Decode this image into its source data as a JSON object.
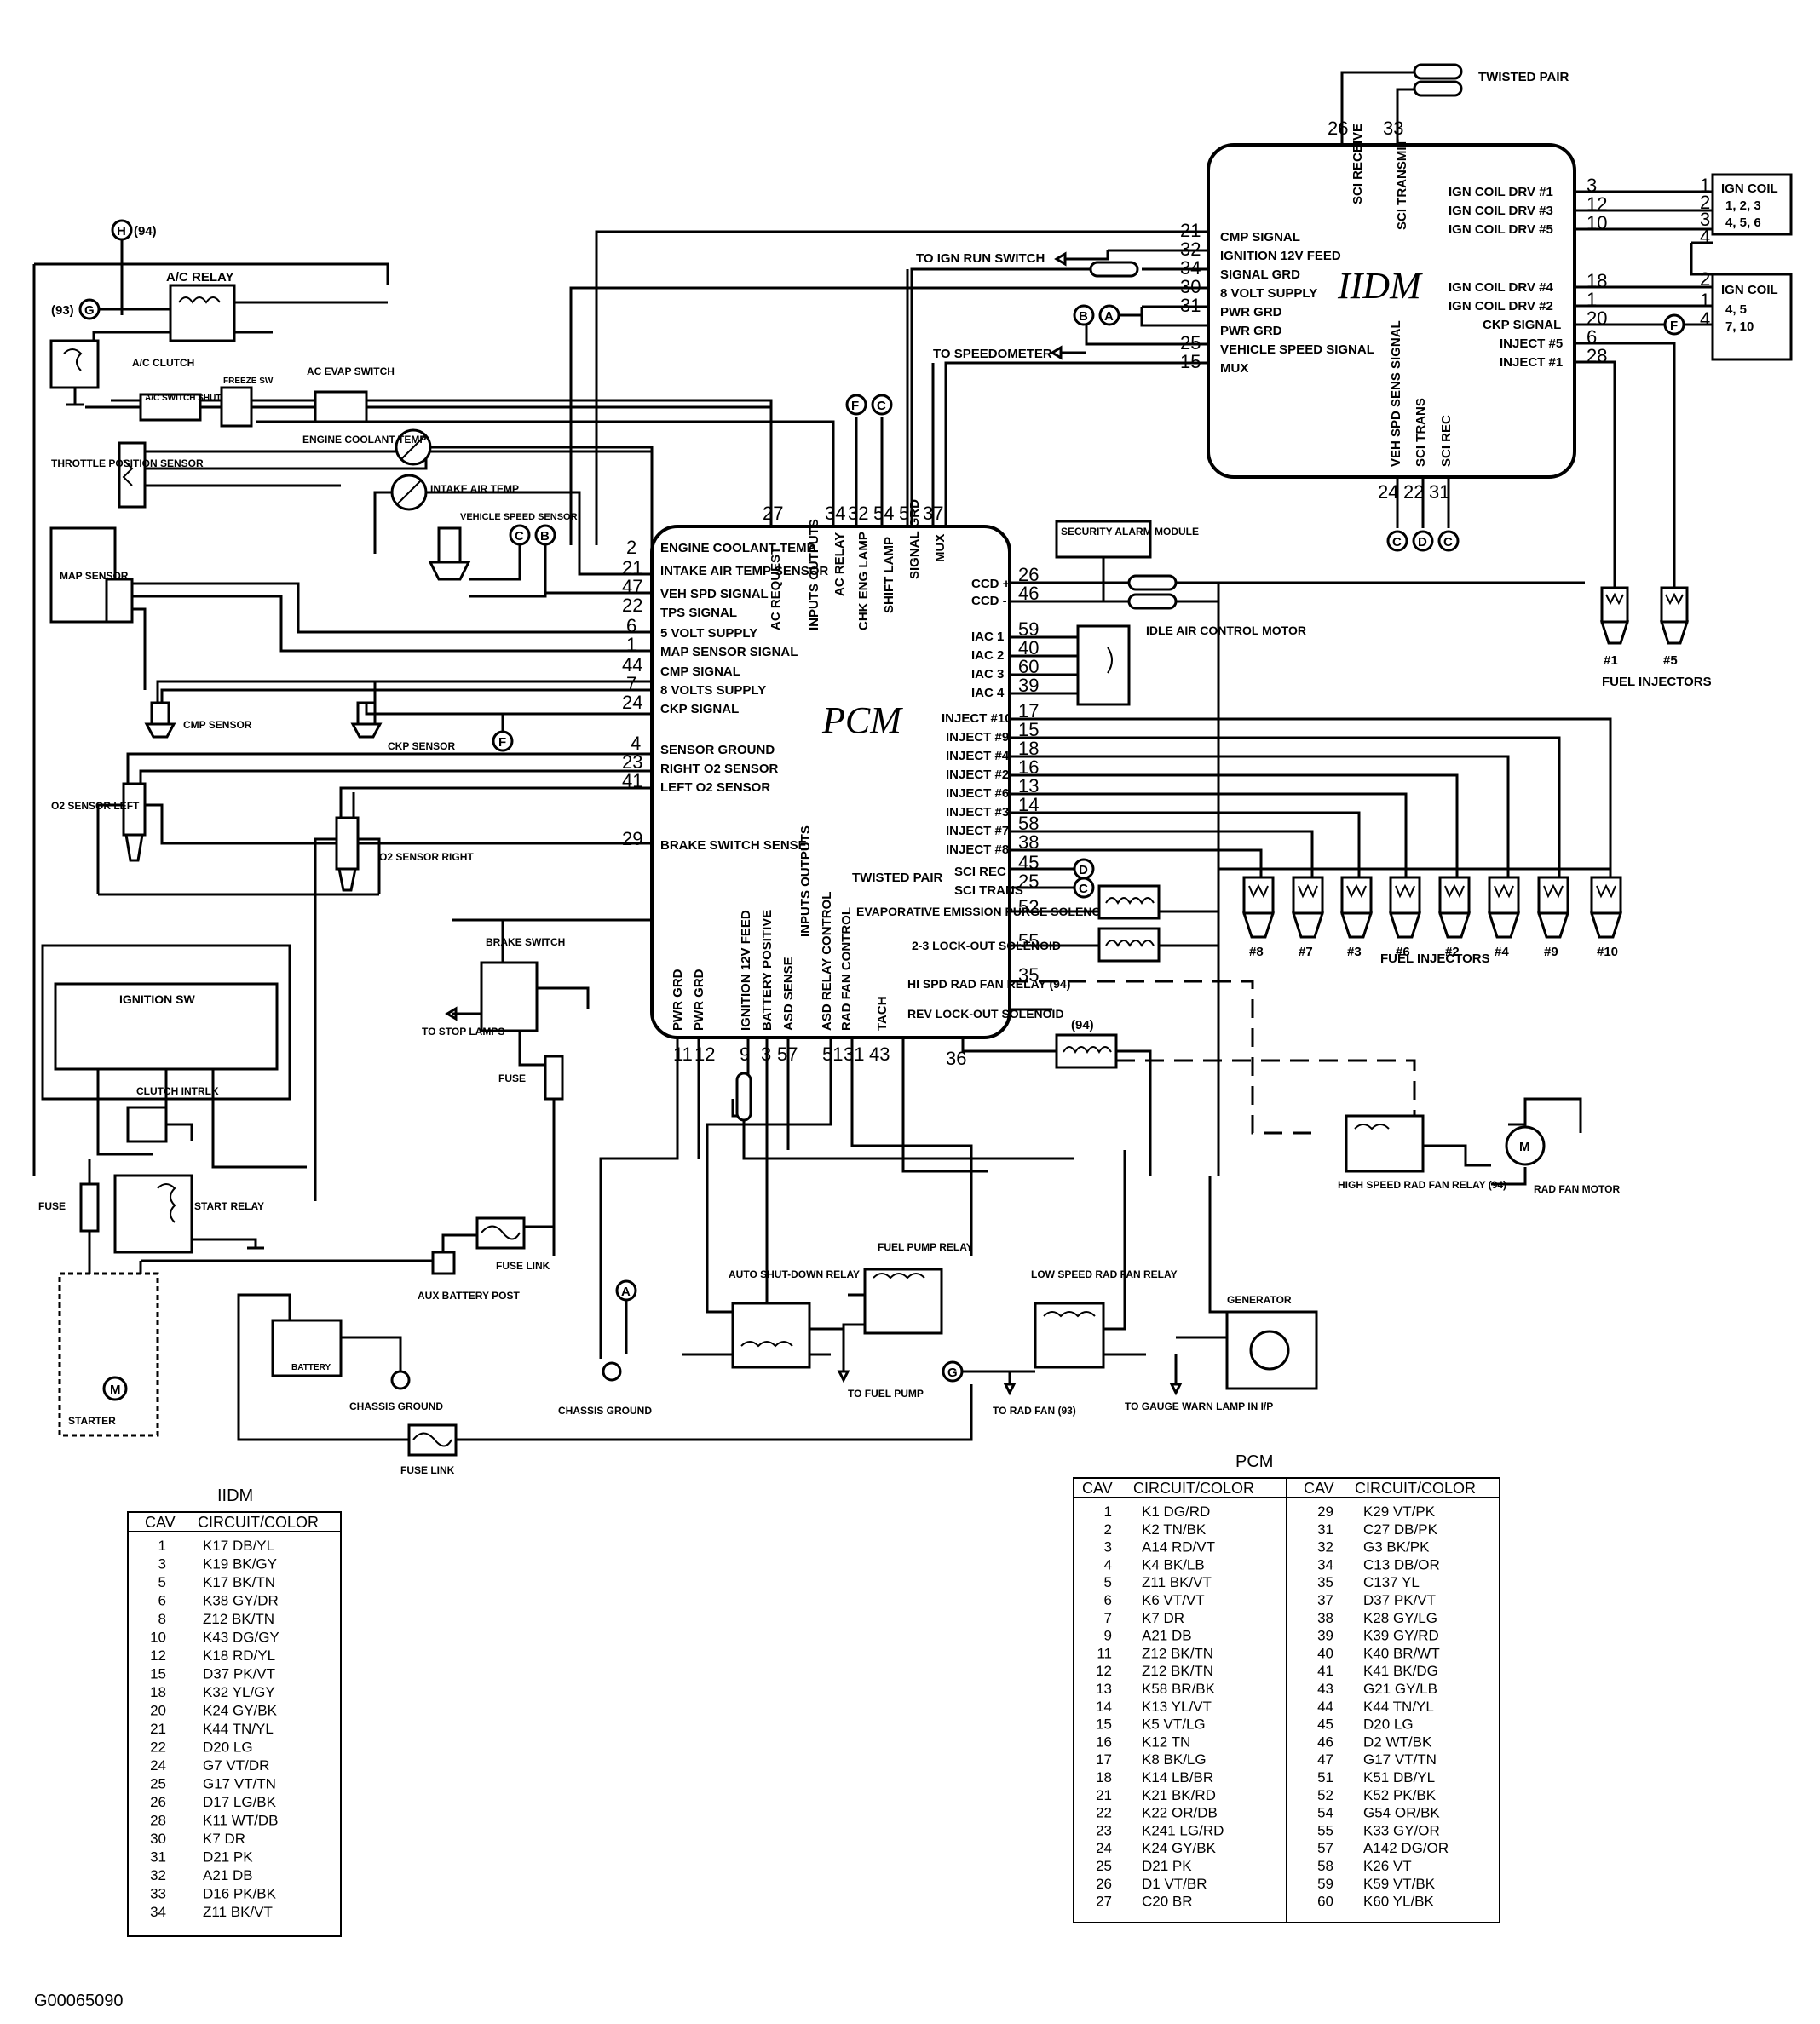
{
  "iidm_module": {
    "title": "IIDM",
    "left_pins": [
      {
        "num": "21",
        "label": "CMP SIGNAL"
      },
      {
        "num": "32",
        "label": "IGNITION 12V FEED"
      },
      {
        "num": "34",
        "label": "SIGNAL GRD"
      },
      {
        "num": "30",
        "label": "8 VOLT SUPPLY"
      },
      {
        "num": "31",
        "label": "PWR GRD"
      },
      {
        "num": "",
        "label": "PWR GRD"
      },
      {
        "num": "25",
        "label": "VEHICLE SPEED SIGNAL"
      },
      {
        "num": "15",
        "label": "MUX"
      }
    ],
    "right_pins": [
      {
        "num": "3",
        "label": "IGN COIL DRV #1"
      },
      {
        "num": "12",
        "label": "IGN COIL DRV #3"
      },
      {
        "num": "10",
        "label": "IGN COIL DRV #5"
      },
      {
        "num": "18",
        "label": "IGN COIL DRV #4"
      },
      {
        "num": "1",
        "label": "IGN COIL DRV #2"
      },
      {
        "num": "20",
        "label": "CKP SIGNAL"
      },
      {
        "num": "6",
        "label": "INJECT #5"
      },
      {
        "num": "28",
        "label": "INJECT #1"
      }
    ],
    "top_pins": [
      {
        "num": "26",
        "label": "SCI RECEIVE"
      },
      {
        "num": "33",
        "label": "SCI TRANSMIT"
      }
    ],
    "bottom_pins": [
      {
        "num": "24",
        "label": "VEH SPD SENS SIGNAL"
      },
      {
        "num": "22",
        "label": "SCI TRANS"
      },
      {
        "num": "31",
        "label": "SCI REC"
      }
    ],
    "twisted_pair": "TWISTED PAIR",
    "to_ign_run": "TO IGN RUN SWITCH",
    "to_speedometer": "TO SPEEDOMETER"
  },
  "ign_coils": {
    "upper": {
      "title": "IGN COIL",
      "cyl": "1, 2, 3",
      "cyl2": "4, 5, 6",
      "pins": [
        "1",
        "2",
        "3",
        "4"
      ]
    },
    "lower": {
      "title": "IGN COIL",
      "cyl": "4, 5",
      "cyl2": "7, 10",
      "pins": [
        "2",
        "1",
        "4"
      ]
    }
  },
  "pcm_module": {
    "title": "PCM",
    "left_pins": [
      {
        "num": "2",
        "label": "ENGINE COOLANT TEMP"
      },
      {
        "num": "21",
        "label": "INTAKE AIR TEMP SENSOR"
      },
      {
        "num": "47",
        "label": "VEH SPD SIGNAL"
      },
      {
        "num": "22",
        "label": "TPS SIGNAL"
      },
      {
        "num": "6",
        "label": "5 VOLT SUPPLY"
      },
      {
        "num": "1",
        "label": "MAP SENSOR SIGNAL"
      },
      {
        "num": "44",
        "label": "CMP SIGNAL"
      },
      {
        "num": "7",
        "label": "8 VOLTS SUPPLY"
      },
      {
        "num": "24",
        "label": "CKP SIGNAL"
      },
      {
        "num": "4",
        "label": "SENSOR GROUND"
      },
      {
        "num": "23",
        "label": "RIGHT O2 SENSOR"
      },
      {
        "num": "41",
        "label": "LEFT O2 SENSOR"
      },
      {
        "num": "29",
        "label": "BRAKE SWITCH SENSE"
      }
    ],
    "top_pins": [
      {
        "num": "27",
        "label": "AC REQUEST"
      },
      {
        "num": "34",
        "label": "AC RELAY"
      },
      {
        "num": "32",
        "label": "CHK ENG LAMP"
      },
      {
        "num": "54",
        "label": "SHIFT LAMP"
      },
      {
        "num": "5",
        "label": "SIGNAL GRD"
      },
      {
        "num": "37",
        "label": "MUX"
      }
    ],
    "top_group": "INPUTS OUTPUTS",
    "right_pins": [
      {
        "num": "26",
        "label": "CCD +"
      },
      {
        "num": "46",
        "label": "CCD -"
      },
      {
        "num": "59",
        "label": "IAC 1"
      },
      {
        "num": "40",
        "label": "IAC 2"
      },
      {
        "num": "60",
        "label": "IAC 3"
      },
      {
        "num": "39",
        "label": "IAC 4"
      },
      {
        "num": "17",
        "label": "INJECT #10"
      },
      {
        "num": "15",
        "label": "INJECT #9"
      },
      {
        "num": "18",
        "label": "INJECT #4"
      },
      {
        "num": "16",
        "label": "INJECT #2"
      },
      {
        "num": "13",
        "label": "INJECT #6"
      },
      {
        "num": "14",
        "label": "INJECT #3"
      },
      {
        "num": "58",
        "label": "INJECT #7"
      },
      {
        "num": "38",
        "label": "INJECT #8"
      },
      {
        "num": "45",
        "label": "SCI REC"
      },
      {
        "num": "25",
        "label": "SCI TRANS"
      },
      {
        "num": "52",
        "label": "EVAPORATIVE EMISSION PURGE SOLENOID"
      },
      {
        "num": "55",
        "label": "2-3 LOCK-OUT SOLENOID"
      },
      {
        "num": "35",
        "label": "HI SPD RAD FAN RELAY (94)"
      },
      {
        "num": "36",
        "label": "REV LOCK-OUT SOLENOID"
      }
    ],
    "right_group": "TWISTED PAIR",
    "bottom_pins": [
      {
        "num": "11",
        "label": "PWR GRD"
      },
      {
        "num": "12",
        "label": "PWR GRD"
      },
      {
        "num": "9",
        "label": "IGNITION 12V FEED"
      },
      {
        "num": "3",
        "label": "BATTERY POSITIVE"
      },
      {
        "num": "57",
        "label": "ASD SENSE"
      },
      {
        "num": "51",
        "label": "ASD RELAY CONTROL"
      },
      {
        "num": "31",
        "label": "RAD FAN CONTROL"
      },
      {
        "num": "43",
        "label": "TACH"
      }
    ],
    "bottom_group": "INPUTS OUTPUTS"
  },
  "components": {
    "ac_relay": "A/C RELAY",
    "ac_clutch": "A/C CLUTCH",
    "ac_switch": "A/C SWITCH SHUT PA",
    "freeze_sw": "FREEZE SW",
    "ac_evap": "AC EVAP SWITCH",
    "throttle": "THROTTLE POSITION SENSOR",
    "coolant": "ENGINE COOLANT TEMP",
    "intake": "INTAKE AIR TEMP",
    "vss": "VEHICLE SPEED SENSOR",
    "map": "MAP SENSOR",
    "cmp": "CMP SENSOR",
    "ckp": "CKP SENSOR",
    "o2_left": "O2 SENSOR LEFT",
    "o2_right": "O2 SENSOR RIGHT",
    "security": "SECURITY ALARM MODULE",
    "iac": "IDLE AIR CONTROL MOTOR",
    "fuel_inj_pcm": "FUEL INJECTORS",
    "fuel_inj_iidm": "FUEL INJECTORS",
    "brake_switch": "BRAKE SWITCH",
    "to_stop_lamps": "TO STOP LAMPS",
    "ignition_sw": "IGNITION SW",
    "clutch": "CLUTCH INTRLK",
    "start_relay": "START RELAY",
    "starter": "STARTER",
    "battery": "BATTERY",
    "aux_post": "AUX BATTERY POST",
    "chassis_ground": "CHASSIS GROUND",
    "fuse": "FUSE",
    "fuse_link": "FUSE LINK",
    "asd_relay": "AUTO SHUT-DOWN RELAY",
    "fuel_pump_relay": "FUEL PUMP RELAY",
    "to_fuel_pump": "TO FUEL PUMP",
    "low_fan_relay": "LOW SPEED RAD FAN RELAY",
    "to_rad_fan": "TO RAD FAN (93)",
    "generator": "GENERATOR",
    "to_gauge": "TO GAUGE WARN LAMP IN I/P",
    "hi_fan_relay": "HIGH SPEED RAD FAN RELAY (94)",
    "rad_fan_motor": "RAD FAN MOTOR",
    "tag_94": "(94)",
    "h94": "(94)",
    "g93": "(93)"
  },
  "injector_labels_pcm": [
    "#8",
    "#7",
    "#3",
    "#6",
    "#2",
    "#4",
    "#9",
    "#10"
  ],
  "injector_labels_iidm": [
    "#1",
    "#5"
  ],
  "iidm_table": {
    "title": "IIDM",
    "headers": [
      "CAV",
      "CIRCUIT/COLOR"
    ],
    "rows": [
      [
        "1",
        "K17 DB/YL"
      ],
      [
        "3",
        "K19 BK/GY"
      ],
      [
        "5",
        "K17 BK/TN"
      ],
      [
        "6",
        "K38 GY/DR"
      ],
      [
        "8",
        "Z12 BK/TN"
      ],
      [
        "10",
        "K43 DG/GY"
      ],
      [
        "12",
        "K18 RD/YL"
      ],
      [
        "15",
        "D37 PK/VT"
      ],
      [
        "18",
        "K32 YL/GY"
      ],
      [
        "20",
        "K24 GY/BK"
      ],
      [
        "21",
        "K44 TN/YL"
      ],
      [
        "22",
        "D20 LG"
      ],
      [
        "24",
        "G7 VT/DR"
      ],
      [
        "25",
        "G17 VT/TN"
      ],
      [
        "26",
        "D17 LG/BK"
      ],
      [
        "28",
        "K11 WT/DB"
      ],
      [
        "30",
        "K7 DR"
      ],
      [
        "31",
        "D21 PK"
      ],
      [
        "32",
        "A21 DB"
      ],
      [
        "33",
        "D16 PK/BK"
      ],
      [
        "34",
        "Z11 BK/VT"
      ]
    ]
  },
  "pcm_table": {
    "title": "PCM",
    "headers": [
      "CAV",
      "CIRCUIT/COLOR",
      "CAV",
      "CIRCUIT/COLOR"
    ],
    "left_rows": [
      [
        "1",
        "K1 DG/RD"
      ],
      [
        "2",
        "K2 TN/BK"
      ],
      [
        "3",
        "A14 RD/VT"
      ],
      [
        "4",
        "K4 BK/LB"
      ],
      [
        "5",
        "Z11 BK/VT"
      ],
      [
        "6",
        "K6 VT/VT"
      ],
      [
        "7",
        "K7 DR"
      ],
      [
        "9",
        "A21 DB"
      ],
      [
        "11",
        "Z12 BK/TN"
      ],
      [
        "12",
        "Z12 BK/TN"
      ],
      [
        "13",
        "K58 BR/BK"
      ],
      [
        "14",
        "K13 YL/VT"
      ],
      [
        "15",
        "K5 VT/LG"
      ],
      [
        "16",
        "K12 TN"
      ],
      [
        "17",
        "K8 BK/LG"
      ],
      [
        "18",
        "K14 LB/BR"
      ],
      [
        "21",
        "K21 BK/RD"
      ],
      [
        "22",
        "K22 OR/DB"
      ],
      [
        "23",
        "K241 LG/RD"
      ],
      [
        "24",
        "K24 GY/BK"
      ],
      [
        "25",
        "D21 PK"
      ],
      [
        "26",
        "D1 VT/BR"
      ],
      [
        "27",
        "C20 BR"
      ]
    ],
    "right_rows": [
      [
        "29",
        "K29 VT/PK"
      ],
      [
        "31",
        "C27 DB/PK"
      ],
      [
        "32",
        "G3 BK/PK"
      ],
      [
        "34",
        "C13 DB/OR"
      ],
      [
        "35",
        "C137 YL"
      ],
      [
        "37",
        "D37 PK/VT"
      ],
      [
        "38",
        "K28 GY/LG"
      ],
      [
        "39",
        "K39 GY/RD"
      ],
      [
        "40",
        "K40 BR/WT"
      ],
      [
        "41",
        "K41 BK/DG"
      ],
      [
        "43",
        "G21 GY/LB"
      ],
      [
        "44",
        "K44 TN/YL"
      ],
      [
        "45",
        "D20 LG"
      ],
      [
        "46",
        "D2 WT/BK"
      ],
      [
        "47",
        "G17 VT/TN"
      ],
      [
        "51",
        "K51 DB/YL"
      ],
      [
        "52",
        "K52 PK/BK"
      ],
      [
        "54",
        "G54 OR/BK"
      ],
      [
        "55",
        "K33 GY/OR"
      ],
      [
        "57",
        "A142 DG/OR"
      ],
      [
        "58",
        "K26 VT"
      ],
      [
        "59",
        "K59 VT/BK"
      ],
      [
        "60",
        "K60 YL/BK"
      ]
    ]
  },
  "footer_code": "G00065090"
}
